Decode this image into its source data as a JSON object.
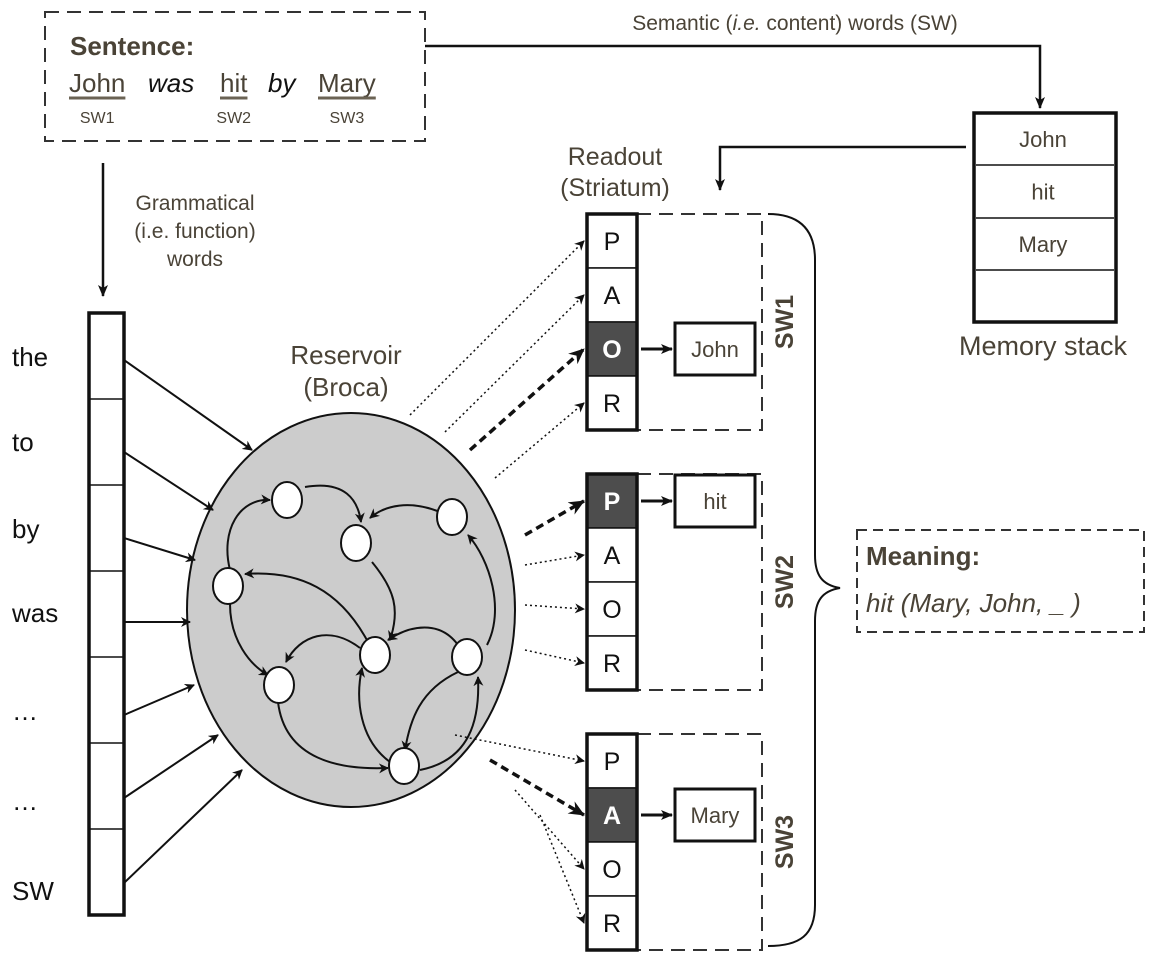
{
  "sentence_box": {
    "title": "Sentence:",
    "words": [
      {
        "text": "John",
        "style": "semantic",
        "tag": "SW1"
      },
      {
        "text": "was",
        "style": "function"
      },
      {
        "text": "hit",
        "style": "semantic",
        "tag": "SW2"
      },
      {
        "text": "by",
        "style": "function"
      },
      {
        "text": "Mary",
        "style": "semantic",
        "tag": "SW3"
      }
    ]
  },
  "labels": {
    "semantic_arrow": "Semantic (i.e. content) words (SW)",
    "semantic_prefix": "Semantic (",
    "semantic_italic": "i.e.",
    "semantic_suffix": " content) words (SW)",
    "grammatical_line1": "Grammatical",
    "grammatical_line2": "(i.e. function)",
    "grammatical_line3": "words",
    "reservoir_line1": "Reservoir",
    "reservoir_line2": "(Broca)",
    "readout_line1": "Readout",
    "readout_line2": "(Striatum)",
    "memory_stack": "Memory stack"
  },
  "memory_stack": [
    "John",
    "hit",
    "Mary",
    ""
  ],
  "input_words": [
    "the",
    "to",
    "by",
    "was",
    "…",
    "…",
    "SW"
  ],
  "readout_groups": [
    {
      "label": "SW1",
      "roles": [
        "P",
        "A",
        "O",
        "R"
      ],
      "active": 2,
      "output": "John"
    },
    {
      "label": "SW2",
      "roles": [
        "P",
        "A",
        "O",
        "R"
      ],
      "active": 0,
      "output": "hit"
    },
    {
      "label": "SW3",
      "roles": [
        "P",
        "A",
        "O",
        "R"
      ],
      "active": 1,
      "output": "Mary"
    }
  ],
  "meaning_box": {
    "title": "Meaning:",
    "value": "hit (Mary, John, _ )"
  },
  "colors": {
    "text_brown": "#4a4337",
    "reservoir_fill": "#cccccc",
    "active_role_fill": "#4d4d4d"
  }
}
